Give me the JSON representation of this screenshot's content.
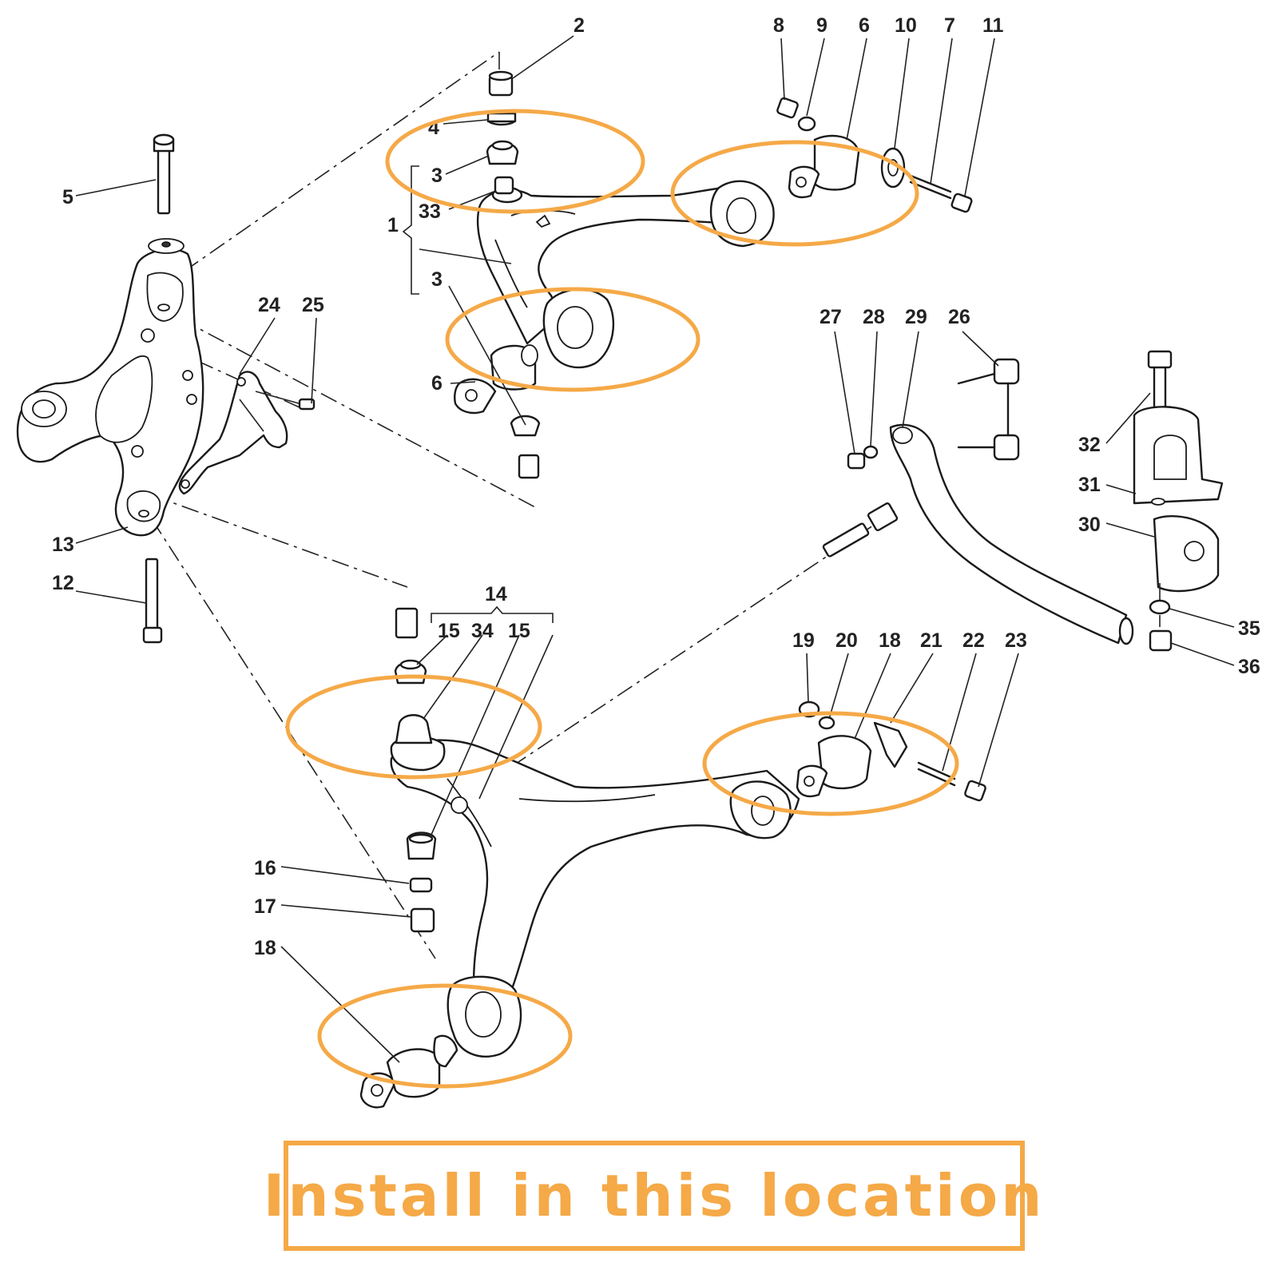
{
  "caption": "Install in this location",
  "colors": {
    "highlight": "#f5a947",
    "ink": "#1a1a1a"
  },
  "callouts": [
    {
      "id": "c2",
      "text": "2"
    },
    {
      "id": "c4",
      "text": "4"
    },
    {
      "id": "c3a",
      "text": "3"
    },
    {
      "id": "c33",
      "text": "33"
    },
    {
      "id": "c1",
      "text": "1"
    },
    {
      "id": "c3b",
      "text": "3"
    },
    {
      "id": "c6a",
      "text": "6"
    },
    {
      "id": "c5",
      "text": "5"
    },
    {
      "id": "c24",
      "text": "24"
    },
    {
      "id": "c25",
      "text": "25"
    },
    {
      "id": "c13",
      "text": "13"
    },
    {
      "id": "c12",
      "text": "12"
    },
    {
      "id": "c8",
      "text": "8"
    },
    {
      "id": "c9",
      "text": "9"
    },
    {
      "id": "c6b",
      "text": "6"
    },
    {
      "id": "c10",
      "text": "10"
    },
    {
      "id": "c7",
      "text": "7"
    },
    {
      "id": "c11",
      "text": "11"
    },
    {
      "id": "c27",
      "text": "27"
    },
    {
      "id": "c28",
      "text": "28"
    },
    {
      "id": "c29",
      "text": "29"
    },
    {
      "id": "c26",
      "text": "26"
    },
    {
      "id": "c32",
      "text": "32"
    },
    {
      "id": "c31",
      "text": "31"
    },
    {
      "id": "c30",
      "text": "30"
    },
    {
      "id": "c35",
      "text": "35"
    },
    {
      "id": "c36",
      "text": "36"
    },
    {
      "id": "c14",
      "text": "14"
    },
    {
      "id": "c15a",
      "text": "15"
    },
    {
      "id": "c34",
      "text": "34"
    },
    {
      "id": "c15b",
      "text": "15"
    },
    {
      "id": "c19",
      "text": "19"
    },
    {
      "id": "c20",
      "text": "20"
    },
    {
      "id": "c18a",
      "text": "18"
    },
    {
      "id": "c21",
      "text": "21"
    },
    {
      "id": "c22",
      "text": "22"
    },
    {
      "id": "c23",
      "text": "23"
    },
    {
      "id": "c16",
      "text": "16"
    },
    {
      "id": "c17",
      "text": "17"
    },
    {
      "id": "c18b",
      "text": "18"
    }
  ]
}
